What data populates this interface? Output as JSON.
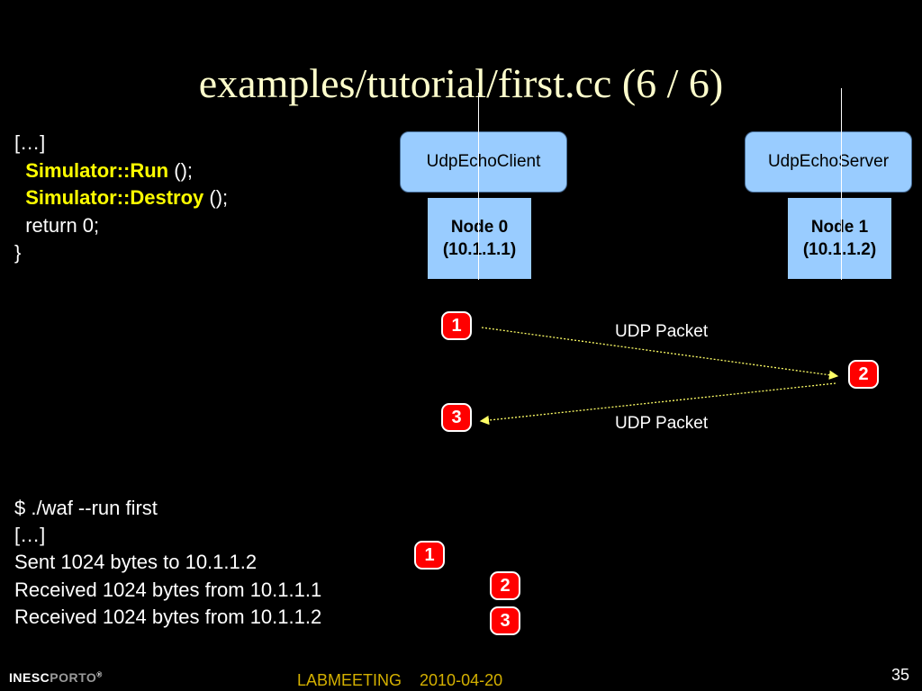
{
  "slide": {
    "title": "examples/tutorial/first.cc (6 / 6)",
    "code": {
      "l1": "[…]",
      "run_kw": "Simulator::Run",
      "run_rest": " ();",
      "destroy_kw": "Simulator::Destroy",
      "destroy_rest": " ();",
      "ret": "  return 0;",
      "close": "}"
    },
    "terminal": [
      "$ ./waf --run first",
      "[…]",
      "Sent 1024 bytes to 10.1.1.2",
      "Received 1024 bytes from 10.1.1.1",
      "Received 1024 bytes from 10.1.1.2"
    ]
  },
  "diagram": {
    "client_app": "UdpEchoClient",
    "server_app": "UdpEchoServer",
    "node0": {
      "name": "Node 0",
      "ip": "(10.1.1.1)"
    },
    "node1": {
      "name": "Node 1",
      "ip": "(10.1.1.2)"
    },
    "packet_label_1": "UDP Packet",
    "packet_label_2": "UDP Packet",
    "badges": [
      "1",
      "2",
      "3"
    ],
    "terminal_badges": [
      "1",
      "2",
      "3"
    ],
    "colors": {
      "box": "#99ccff",
      "badge": "#ff0000",
      "arrow": "#ffff66"
    }
  },
  "footer": {
    "logo_bold": "INESC",
    "logo_grey": "PORTO",
    "logo_reg": "®",
    "center": "LABMEETING    2010-04-20",
    "page_number": "35"
  }
}
